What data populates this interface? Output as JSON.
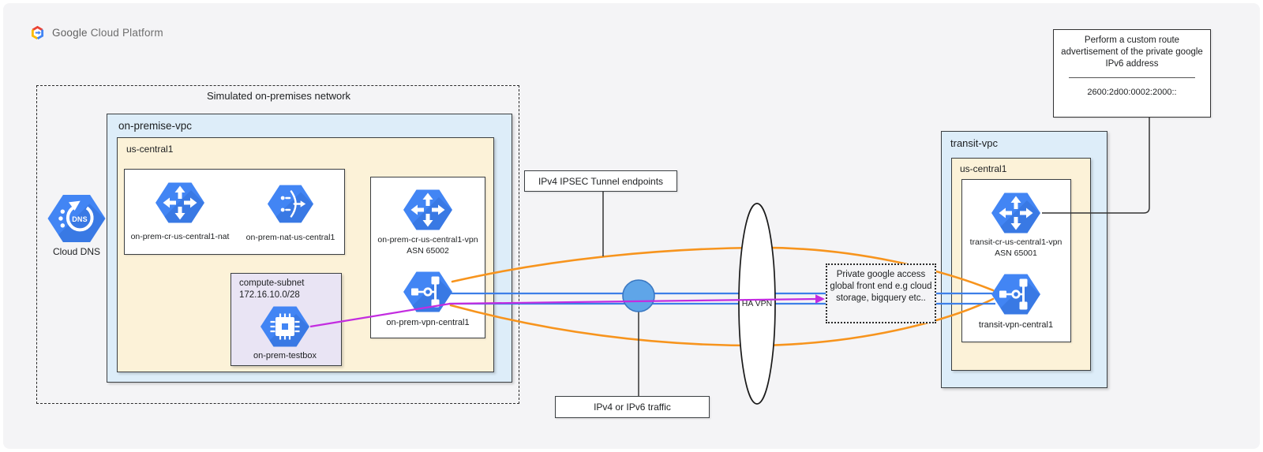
{
  "logo": {
    "brand": "Google",
    "product": "Cloud Platform"
  },
  "colors": {
    "canvas": "#f4f4f6",
    "vpc_fill": "#ddedf9",
    "region_fill": "#fcf2d8",
    "subnet_fill": "#e9e4f4",
    "icon_blue": "#4285f4",
    "icon_shadow": "#2f6ad0",
    "orange_line": "#f7941d",
    "blue_line": "#3d7fe8",
    "purple_line": "#c32ce0",
    "circle_fill": "#5fa5e8"
  },
  "on_prem": {
    "container_title": "Simulated on-premises network",
    "vpc_label": "on-premise-vpc",
    "region_label": "us-central1",
    "router_nat_label": "on-prem-cr-us-central1-nat",
    "nat_label": "on-prem-nat-us-central1",
    "subnet_label": "compute-subnet",
    "subnet_cidr": "172.16.10.0/28",
    "testbox_label": "on-prem-testbox",
    "router_vpn_label": "on-prem-cr-us-central1-vpn",
    "router_vpn_asn": "ASN 65002",
    "vpn_gateway_label": "on-prem-vpn-central1"
  },
  "cloud_dns": {
    "label": "Cloud DNS",
    "glyph": "DNS"
  },
  "middle": {
    "ipsec_label": "IPv4 IPSEC Tunnel endpoints",
    "traffic_label": "IPv4 or IPv6 traffic",
    "ha_vpn_label": "HA VPN",
    "pga_text": "Private google access global front end e.g cloud storage, bigquery etc.."
  },
  "transit": {
    "vpc_label": "transit-vpc",
    "region_label": "us-central1",
    "router_label": "transit-cr-us-central1-vpn",
    "router_asn": "ASN 65001",
    "vpn_gateway_label": "transit-vpn-central1"
  },
  "note": {
    "text": "Perform a custom route advertisement of the private google IPv6 address",
    "ipv6": "2600:2d00:0002:2000::"
  }
}
